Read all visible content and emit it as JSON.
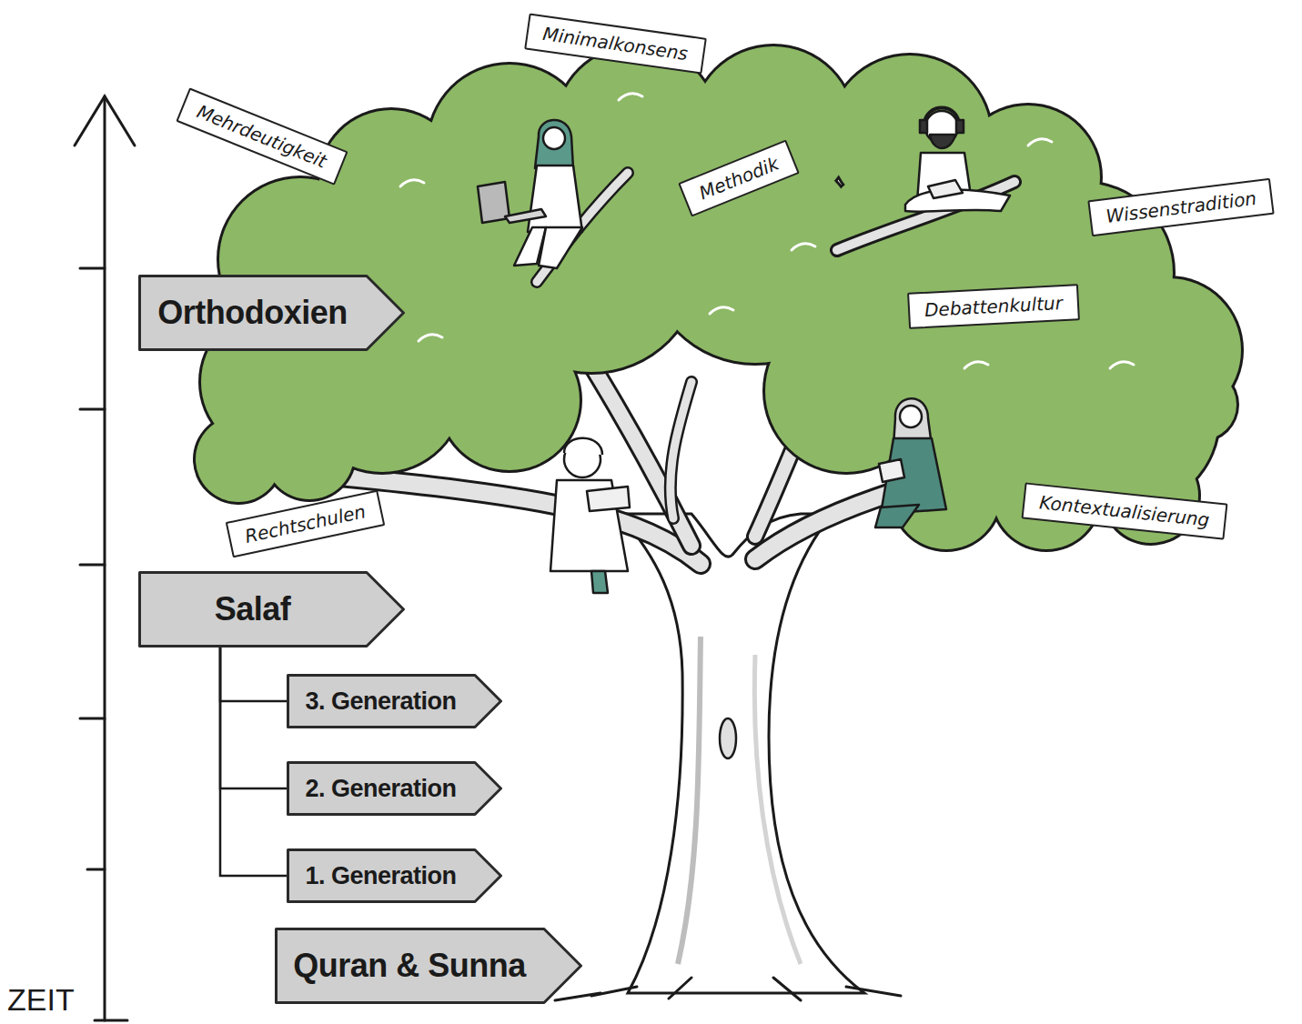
{
  "diagram": {
    "nodes": [
      {
        "text": [
          "Minimalkonsens"
        ]
      },
      {
        "text": [
          "Mehrdeutigkeit"
        ]
      },
      {
        "text": [
          "Methodik"
        ]
      },
      {
        "text": [
          "Wissenstradition"
        ]
      },
      {
        "text": [
          "Orthodoxien"
        ]
      },
      {
        "text": [
          "Debattenkultur"
        ]
      },
      {
        "text": [
          "Rechtschulen"
        ]
      },
      {
        "text": [
          "Kontextualisierung"
        ]
      },
      {
        "text": [
          "Salaf"
        ]
      },
      {
        "text": [
          "3. Generation"
        ]
      },
      {
        "text": [
          "2. Generation"
        ]
      },
      {
        "text": [
          "1. Generation"
        ]
      },
      {
        "text": [
          "Quran & Sunna"
        ]
      }
    ],
    "edges": [
      {
        "from": 8,
        "to": 9,
        "arrow": "none"
      },
      {
        "from": 8,
        "to": 10,
        "arrow": "none"
      },
      {
        "from": 8,
        "to": 11,
        "arrow": "none"
      }
    ],
    "labels": [
      "ZEIT"
    ]
  }
}
